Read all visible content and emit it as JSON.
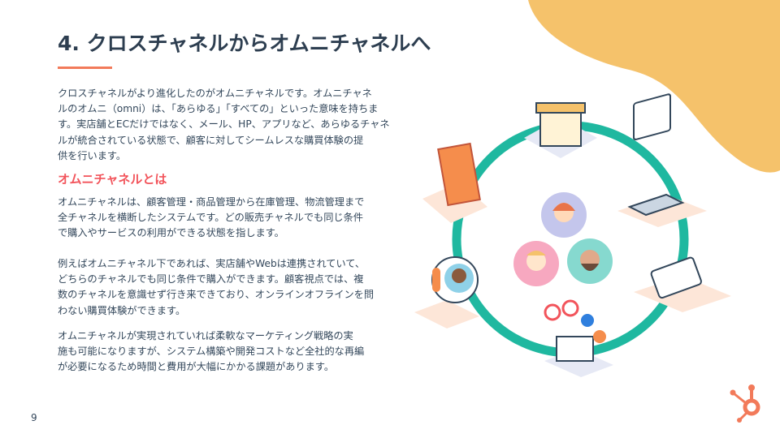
{
  "title": "4. クロスチャネルからオムニチャネルへ",
  "intro": [
    "クロスチャネルがより進化したのがオムニチャネルです。オムニチャネ",
    "ルのオムニ（omni）は、「あらゆる」「すべての」といった意味を持ちま",
    "す。実店舗とECだけではなく、メール、HP、アプリなど、あらゆるチャネ",
    "ルが統合されている状態で、顧客に対してシームレスな購買体験の提",
    "供を行います。"
  ],
  "subheading": "オムニチャネルとは",
  "para1": [
    "オムニチャネルは、顧客管理・商品管理から在庫管理、物流管理まで",
    "全チャネルを横断したシステムです。どの販売チャネルでも同じ条件",
    "で購入やサービスの利用ができる状態を指します。"
  ],
  "para2": [
    "例えばオムニチャネル下であれば、実店舗やWebは連携されていて、",
    "どちらのチャネルでも同じ条件で購入ができます。顧客視点では、複",
    "数のチャネルを意識せず行き来できており、オンラインオフラインを問",
    "わない購買体験ができます。"
  ],
  "para3": [
    "オムニチャネルが実現されていれば柔軟なマーケティング戦略の実",
    "施も可能になりますが、システム構築や開発コストなど全社的な再編",
    "が必要になるため時間と費用が大幅にかかる課題があります。"
  ],
  "page_number": "9",
  "colors": {
    "accent": "#f27a5a",
    "heading": "#f2545b",
    "ring": "#1fb8a0",
    "blob": "#f5c26b"
  }
}
